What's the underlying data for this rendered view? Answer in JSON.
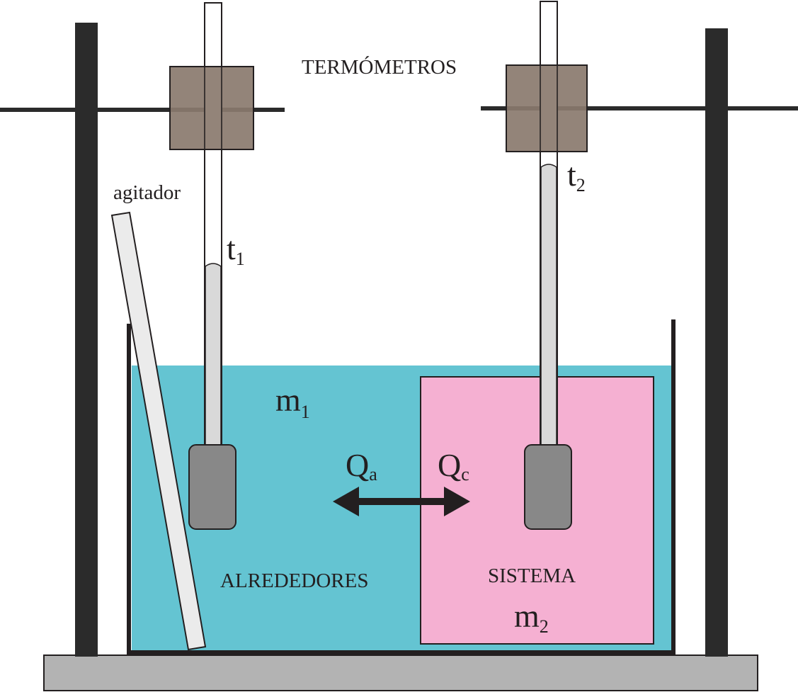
{
  "labels": {
    "thermometers": "TERMÓMETROS",
    "stirrer": "agitador",
    "surroundings": "ALREDEDORES",
    "system": "SISTEMA"
  },
  "symbols": {
    "t1": {
      "main": "t",
      "sub": "1"
    },
    "t2": {
      "main": "t",
      "sub": "2"
    },
    "m1": {
      "main": "m",
      "sub": "1"
    },
    "m2": {
      "main": "m",
      "sub": "2"
    },
    "qa": {
      "main": "Q",
      "sub": "a"
    },
    "qc": {
      "main": "Q",
      "sub": "c"
    }
  },
  "colors": {
    "water": "#64c4d2",
    "system": "#f5b0d2",
    "clamp": "#8a7a6e",
    "base": "#b3b3b3",
    "bulb": "#888888",
    "stand": "#2b2b2b",
    "mercury": "#d9d9d9",
    "stirrer": "#ebebeb"
  }
}
